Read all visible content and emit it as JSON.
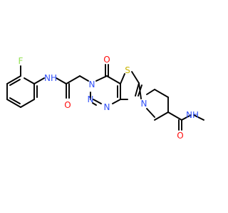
{
  "molecule": {
    "atom_labels": {
      "fluorine": "F",
      "amide_nh": "NH",
      "amide_o": "O",
      "pyrimidinone_o": "O",
      "ring_n_substituted": "N",
      "ring_n_lower_left": "N",
      "ring_n_lower_right": "N",
      "thiazole_s": "S",
      "piperidine_n": "N",
      "carboxamide_o": "O",
      "carboxamide_nh": "NH"
    },
    "colors": {
      "bond": "#000000",
      "F": "#90e050",
      "N": "#3050f8",
      "O": "#ff0d0d",
      "S": "#c8b400"
    }
  }
}
